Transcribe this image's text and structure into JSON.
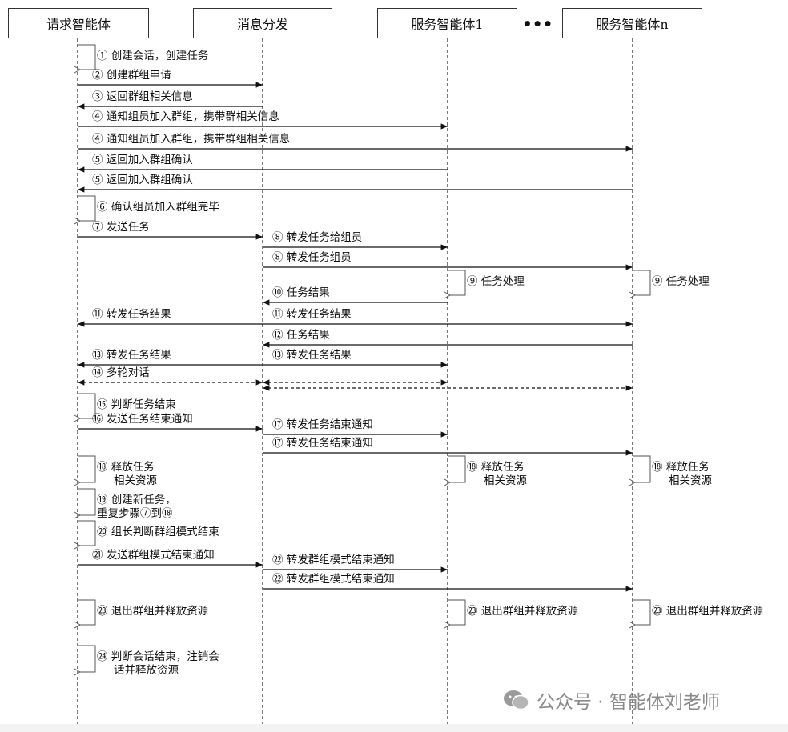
{
  "actors": [
    "请求智能体",
    "消息分发",
    "服务智能体1",
    "服务智能体n"
  ],
  "ellipsis": "•••",
  "messages": [
    {
      "type": "self",
      "at": 0,
      "lines": [
        "① 创建会话，创建任务"
      ]
    },
    {
      "type": "arrow",
      "from": 0,
      "to": 1,
      "lines": [
        "② 创建群组申请"
      ]
    },
    {
      "type": "arrow",
      "from": 1,
      "to": 0,
      "lines": [
        "③ 返回群组相关信息"
      ]
    },
    {
      "type": "arrow",
      "from": 0,
      "to": 2,
      "lines": [
        "④ 通知组员加入群组，携带群相关信息"
      ]
    },
    {
      "type": "arrow",
      "from": 0,
      "to": 3,
      "lines": [
        "④ 通知组员加入群组，携带群组相关信息"
      ]
    },
    {
      "type": "arrow",
      "from": 2,
      "to": 0,
      "lines": [
        "⑤ 返回加入群组确认"
      ]
    },
    {
      "type": "arrow",
      "from": 3,
      "to": 0,
      "lines": [
        "⑤ 返回加入群组确认"
      ]
    },
    {
      "type": "self",
      "at": 0,
      "lines": [
        "⑥ 确认组员加入群组完毕"
      ]
    },
    {
      "type": "arrow",
      "from": 0,
      "to": 1,
      "lines": [
        "⑦ 发送任务"
      ]
    },
    {
      "type": "arrow",
      "from": 1,
      "to": 2,
      "lines": [
        "⑧ 转发任务给组员"
      ]
    },
    {
      "type": "arrow",
      "from": 1,
      "to": 3,
      "lines": [
        "⑧ 转发任务组员"
      ]
    },
    {
      "type": "self",
      "at": 2,
      "lines": [
        "⑨ 任务处理"
      ]
    },
    {
      "type": "self",
      "at": 3,
      "lines": [
        "⑨ 任务处理"
      ]
    },
    {
      "type": "arrow",
      "from": 2,
      "to": 1,
      "lines": [
        "⑩ 任务结果"
      ]
    },
    {
      "type": "arrow",
      "from": 1,
      "to": 0,
      "lines": [
        "⑪ 转发任务结果"
      ]
    },
    {
      "type": "arrow",
      "from": 1,
      "to": 3,
      "lines": [
        "⑪ 转发任务结果"
      ]
    },
    {
      "type": "arrow",
      "from": 3,
      "to": 1,
      "lines": [
        "⑫ 任务结果"
      ]
    },
    {
      "type": "arrow",
      "from": 1,
      "to": 0,
      "lines": [
        "⑬ 转发任务结果"
      ]
    },
    {
      "type": "arrow",
      "from": 1,
      "to": 2,
      "lines": [
        "⑬ 转发任务结果"
      ]
    },
    {
      "type": "dashed",
      "from": 0,
      "to": 1,
      "lines": [
        "⑭ 多轮对话"
      ]
    },
    {
      "type": "dashed",
      "from": 1,
      "to": 2,
      "lines": []
    },
    {
      "type": "dashed",
      "from": 1,
      "to": 3,
      "lines": []
    },
    {
      "type": "self",
      "at": 0,
      "lines": [
        "⑮ 判断任务结束"
      ]
    },
    {
      "type": "arrow",
      "from": 0,
      "to": 1,
      "lines": [
        "⑯ 发送任务结束通知"
      ]
    },
    {
      "type": "arrow",
      "from": 1,
      "to": 2,
      "lines": [
        "⑰ 转发任务结束通知"
      ]
    },
    {
      "type": "arrow",
      "from": 1,
      "to": 3,
      "lines": [
        "⑰ 转发任务结束通知"
      ]
    },
    {
      "type": "self",
      "at": 0,
      "lines": [
        "⑱ 释放任务",
        "相关资源"
      ]
    },
    {
      "type": "self",
      "at": 2,
      "lines": [
        "⑱ 释放任务",
        "相关资源"
      ]
    },
    {
      "type": "self",
      "at": 3,
      "lines": [
        "⑱ 释放任务",
        "相关资源"
      ]
    },
    {
      "type": "self",
      "at": 0,
      "lines": [
        "⑲ 创建新任务，",
        "重复步骤⑦到⑱"
      ]
    },
    {
      "type": "self",
      "at": 0,
      "lines": [
        "⑳ 组长判断群组模式结束"
      ]
    },
    {
      "type": "arrow",
      "from": 0,
      "to": 1,
      "lines": [
        "㉑ 发送群组模式结束通知"
      ]
    },
    {
      "type": "arrow",
      "from": 1,
      "to": 2,
      "lines": [
        "㉒ 转发群组模式结束通知"
      ]
    },
    {
      "type": "arrow",
      "from": 1,
      "to": 3,
      "lines": [
        "㉒ 转发群组模式结束通知"
      ]
    },
    {
      "type": "self",
      "at": 0,
      "lines": [
        "㉓ 退出群组并释放资源"
      ]
    },
    {
      "type": "self",
      "at": 2,
      "lines": [
        "㉓ 退出群组并释放资源"
      ]
    },
    {
      "type": "self",
      "at": 3,
      "lines": [
        "㉓ 退出群组并释放资源"
      ]
    },
    {
      "type": "self",
      "at": 0,
      "lines": [
        "㉔ 判断会话结束，注销会",
        "话并释放资源"
      ]
    }
  ],
  "watermark": "公众号 · 智能体刘老师"
}
